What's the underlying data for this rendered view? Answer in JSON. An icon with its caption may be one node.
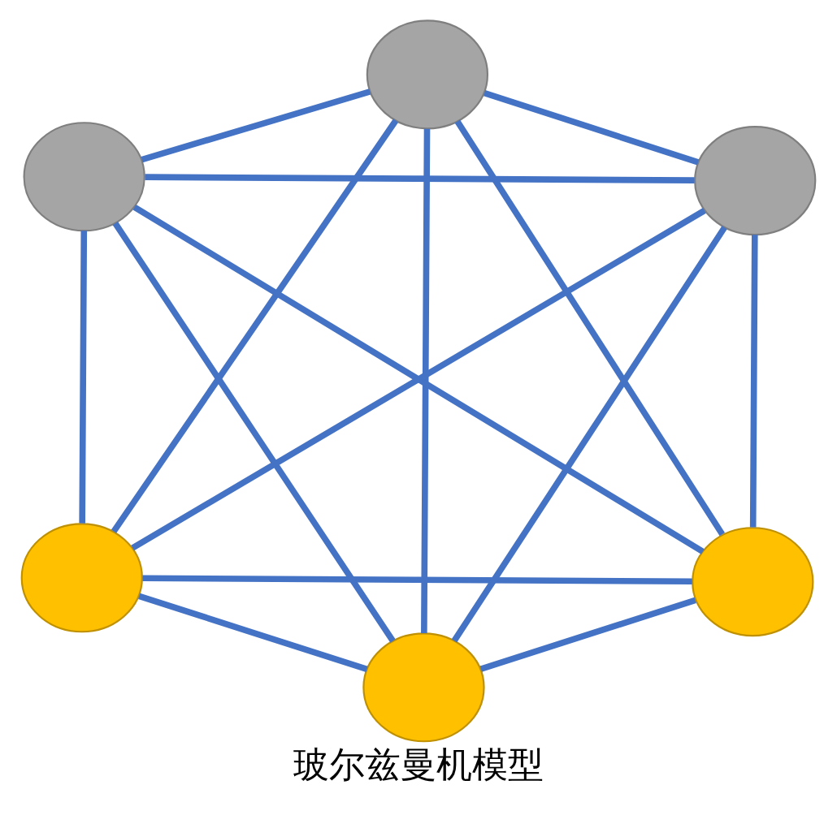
{
  "diagram": {
    "caption": "玻尔兹曼机模型",
    "nodes": [
      {
        "text": [],
        "shape": "circle"
      },
      {
        "text": [],
        "shape": "circle"
      },
      {
        "text": [],
        "shape": "circle"
      },
      {
        "text": [],
        "shape": "circle"
      },
      {
        "text": [],
        "shape": "circle"
      },
      {
        "text": [],
        "shape": "circle"
      }
    ],
    "edges": [
      {
        "from": 0,
        "to": 1,
        "arrow": "none"
      },
      {
        "from": 0,
        "to": 2,
        "arrow": "none"
      },
      {
        "from": 0,
        "to": 3,
        "arrow": "none"
      },
      {
        "from": 0,
        "to": 4,
        "arrow": "none"
      },
      {
        "from": 0,
        "to": 5,
        "arrow": "none"
      },
      {
        "from": 1,
        "to": 2,
        "arrow": "none"
      },
      {
        "from": 1,
        "to": 3,
        "arrow": "none"
      },
      {
        "from": 1,
        "to": 4,
        "arrow": "none"
      },
      {
        "from": 1,
        "to": 5,
        "arrow": "none"
      },
      {
        "from": 2,
        "to": 3,
        "arrow": "none"
      },
      {
        "from": 2,
        "to": 4,
        "arrow": "none"
      },
      {
        "from": 2,
        "to": 5,
        "arrow": "none"
      },
      {
        "from": 3,
        "to": 4,
        "arrow": "none"
      },
      {
        "from": 3,
        "to": 5,
        "arrow": "none"
      },
      {
        "from": 4,
        "to": 5,
        "arrow": "none"
      }
    ]
  }
}
